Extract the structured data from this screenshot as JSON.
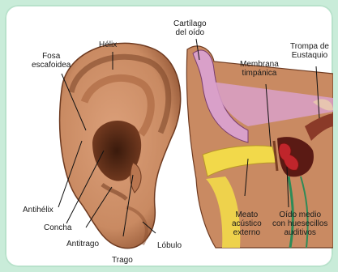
{
  "labels": {
    "helix": "Hélix",
    "fosa": [
      "Fosa",
      "escafoidea"
    ],
    "cartilago": [
      "Cartílago",
      "del oído"
    ],
    "membrana": [
      "Membrana",
      "timpánica"
    ],
    "trompa": [
      "Trompa de",
      "Eustaquio"
    ],
    "antihelix": "Antihélix",
    "concha": "Concha",
    "antitrago": "Antitrago",
    "trago": "Trago",
    "lobulo": "Lóbulo",
    "meato": [
      "Meato",
      "acústico",
      "externo"
    ],
    "oido_medio": [
      "Oído medio",
      "con huesecillos",
      "auditivos"
    ]
  },
  "colors": {
    "background": "#c9ecd9",
    "skin": "#c98a62",
    "skin_dark": "#8b4f2f",
    "cartilage": "#d9a0c9",
    "canal": "#f2d94a",
    "ossicles": "#c0252b",
    "nerve": "#2e8b57"
  }
}
